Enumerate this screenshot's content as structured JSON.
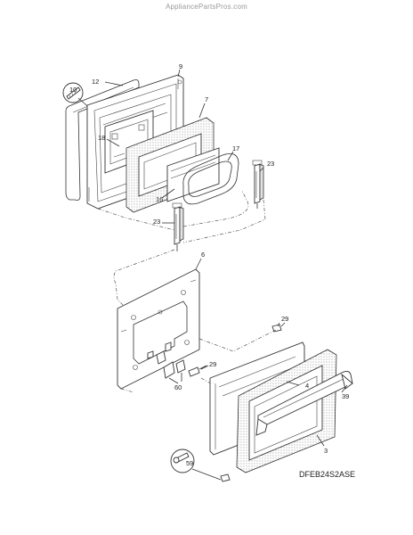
{
  "watermark": "AppliancePartsPros.com",
  "diagram_code": "DFEB24S2ASE",
  "callouts": {
    "c10": "10",
    "c12": "12",
    "c9": "9",
    "c7": "7",
    "c18": "18",
    "c17": "17",
    "c16": "16",
    "c23a": "23",
    "c23b": "23",
    "c6": "6",
    "c29a": "29",
    "c29b": "29",
    "c60": "60",
    "c4": "4",
    "c39": "39",
    "c3": "3",
    "c59": "59"
  }
}
